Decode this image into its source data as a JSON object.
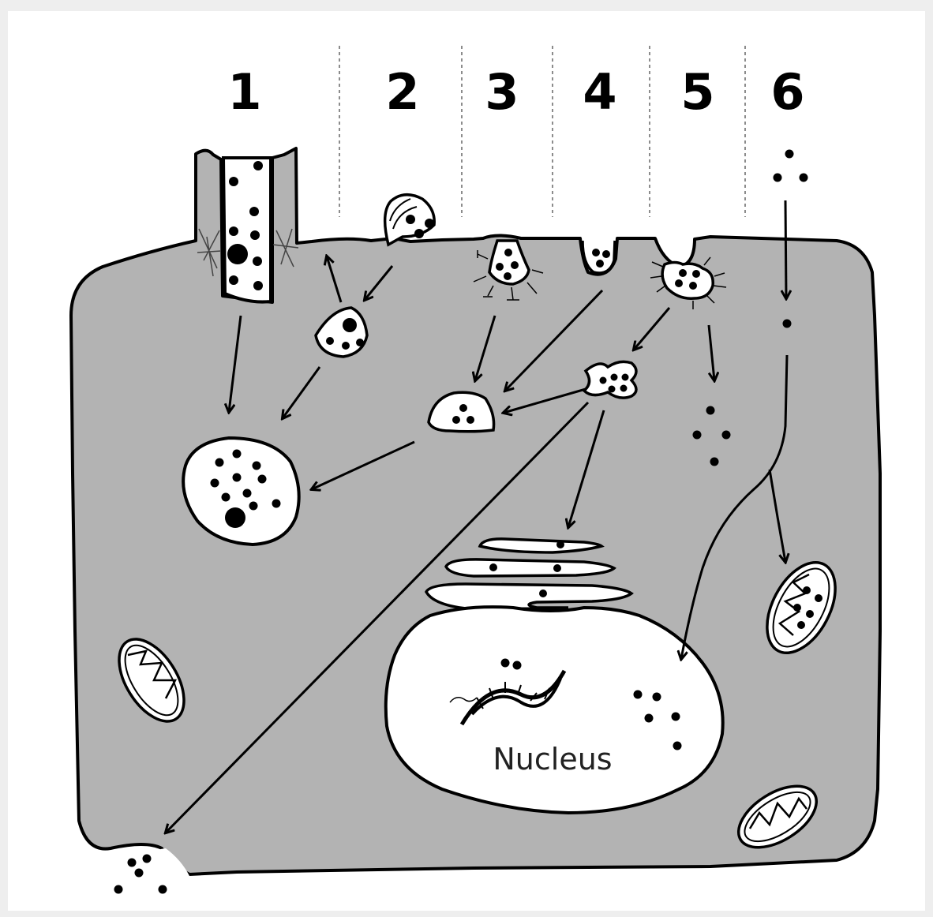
{
  "diagram": {
    "pathway_labels": [
      "1",
      "2",
      "3",
      "4",
      "5",
      "6"
    ],
    "nucleus_label": "Nucleus",
    "colors": {
      "cytoplasm": "#b3b3b3",
      "outline": "#000000",
      "vesicle": "#ffffff",
      "cargo": "#000000",
      "background": "#ffffff",
      "frame": "#eeeeee"
    },
    "icons": [
      "mitochondrion-icon",
      "dna-helix-icon",
      "golgi-apparatus-icon",
      "particle-icon",
      "arrow-icon"
    ]
  }
}
